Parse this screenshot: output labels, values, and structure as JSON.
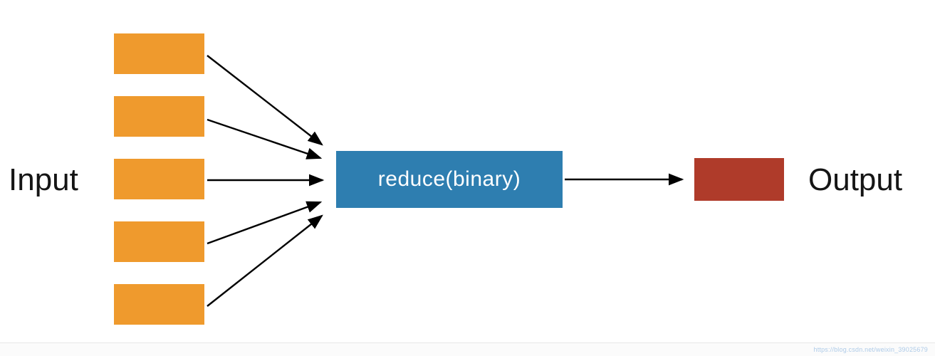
{
  "diagram": {
    "input_label": "Input",
    "reduce_label": "reduce(binary)",
    "output_label": "Output",
    "input_box_count": 5,
    "flow": "five input blocks feed arrows into reduce(binary) node which outputs one block"
  },
  "colors": {
    "input-box": "#EF9A2D",
    "reduce-box": "#2E7EB0",
    "output-box": "#AF3B2A",
    "arrow": "#000000",
    "label-text": "#151515",
    "reduce-text": "#FFFFFF",
    "watermark": "#AECBE8"
  },
  "watermark": "https://blog.csdn.net/weixin_39025679"
}
